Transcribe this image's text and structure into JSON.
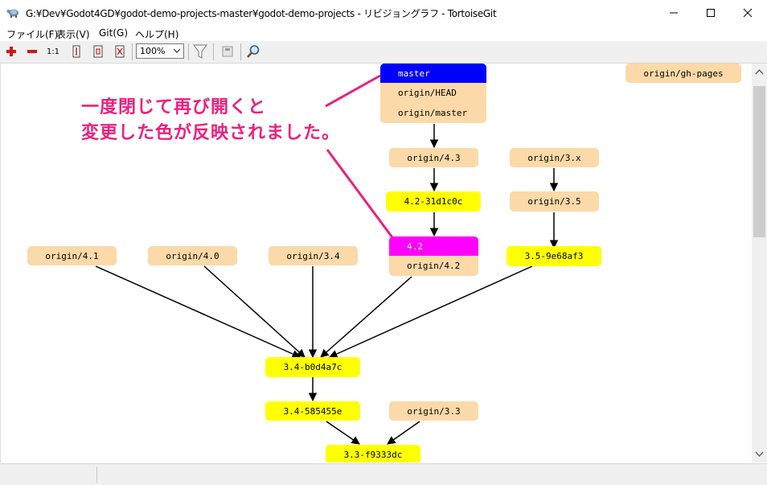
{
  "window": {
    "title": "G:¥Dev¥Godot4GD¥godot-demo-projects-master¥godot-demo-projects - リビジョングラフ - TortoiseGit"
  },
  "menu": {
    "items": [
      {
        "label": "ファイル(F)"
      },
      {
        "label": "表示(V)"
      },
      {
        "label": "Git(G)"
      },
      {
        "label": "ヘルプ(H)"
      }
    ]
  },
  "toolbar": {
    "zoom_value": "100%",
    "buttons": [
      "zoom-in-icon",
      "zoom-out-icon",
      "zoom-reset-icon",
      "fit-height-icon",
      "fit-window-icon",
      "fit-width-icon",
      "filter-icon",
      "overview-icon",
      "search-icon"
    ],
    "zoom_reset_label": "1:1"
  },
  "graph": {
    "nodes": {
      "master": "master",
      "origin_head": "origin/HEAD",
      "origin_master": "origin/master",
      "origin_gh_pages": "origin/gh-pages",
      "origin_4_3": "origin/4.3",
      "origin_3_x": "origin/3.x",
      "n_4_2_31d1c0c": "4.2-31d1c0c",
      "origin_3_5": "origin/3.5",
      "n_4_2": "4.2",
      "origin_4_2": "origin/4.2",
      "n_3_5_9e68af3": "3.5-9e68af3",
      "origin_4_1": "origin/4.1",
      "origin_4_0": "origin/4.0",
      "origin_3_4": "origin/3.4",
      "n_3_4_b0d4a7c": "3.4-b0d4a7c",
      "n_3_4_585455e": "3.4-585455e",
      "origin_3_3": "origin/3.3",
      "n_3_3_f9333dc": "3.3-f9333dc"
    },
    "colors": {
      "peach": "#fcd9a8",
      "yellow": "#ffff00",
      "blue": "#0000ff",
      "magenta": "#ff00ff",
      "annotation": "#ee1f7c"
    }
  },
  "annotation": {
    "line1": "一度閉じて再び開くと",
    "line2": "変更した色が反映されました。"
  }
}
